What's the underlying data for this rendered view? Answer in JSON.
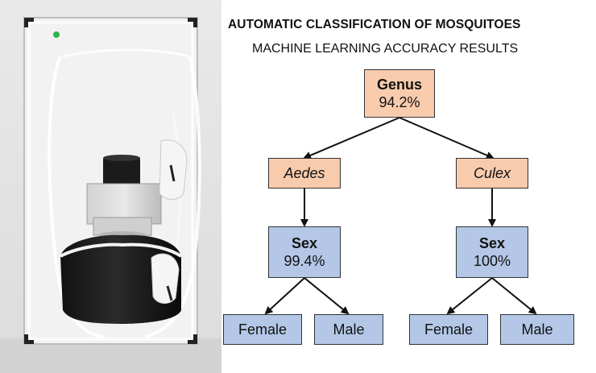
{
  "diagram": {
    "title": "AUTOMATIC CLASSIFICATION OF MOSQUITOES",
    "subtitle": "MACHINE LEARNING ACCURACY RESULTS",
    "root": {
      "label": "Genus",
      "value": "94.2%"
    },
    "branches": [
      {
        "genus": "Aedes",
        "sex": {
          "label": "Sex",
          "value": "99.4%"
        },
        "classes": [
          "Female",
          "Male"
        ]
      },
      {
        "genus": "Culex",
        "sex": {
          "label": "Sex",
          "value": "100%"
        },
        "classes": [
          "Female",
          "Male"
        ]
      }
    ]
  },
  "colors": {
    "genus_fill": "#f8cbad",
    "sex_fill": "#b4c7e7",
    "border": "#333333"
  }
}
